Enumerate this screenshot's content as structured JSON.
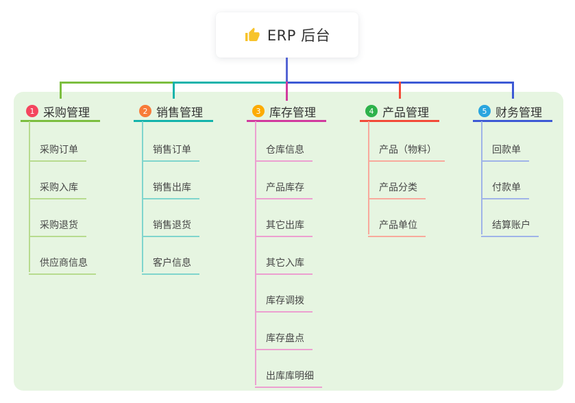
{
  "root": {
    "label": "ERP 后台",
    "icon": "thumbs-up"
  },
  "colors": {
    "panel_bg": "#e6f5e1",
    "canvas_bg": "#ffffff",
    "root_connector": "#5565d4",
    "title_text": "#333333",
    "child_text": "#464646",
    "thumb_icon": "#f7c32b"
  },
  "branches": [
    {
      "number": "1",
      "label": "采购管理",
      "badge_color": "#f4455e",
      "line_color": "#7cbe3f",
      "light_color": "#b7db8e",
      "children": [
        "采购订单",
        "采购入库",
        "采购退货",
        "供应商信息"
      ]
    },
    {
      "number": "2",
      "label": "销售管理",
      "badge_color": "#f87b39",
      "line_color": "#13b3ab",
      "light_color": "#7fd5cd",
      "children": [
        "销售订单",
        "销售出库",
        "销售退货",
        "客户信息"
      ]
    },
    {
      "number": "3",
      "label": "库存管理",
      "badge_color": "#fcab03",
      "line_color": "#d13a9e",
      "light_color": "#ec9fd0",
      "children": [
        "仓库信息",
        "产品库存",
        "其它出库",
        "其它入库",
        "库存调拨",
        "库存盘点",
        "出库库明细"
      ]
    },
    {
      "number": "4",
      "label": "产品管理",
      "badge_color": "#2db24b",
      "line_color": "#f24a38",
      "light_color": "#f8a99c",
      "children": [
        "产品（物料）",
        "产品分类",
        "产品单位"
      ]
    },
    {
      "number": "5",
      "label": "财务管理",
      "badge_color": "#29a5df",
      "line_color": "#3d59d5",
      "light_color": "#9fb3e8",
      "children": [
        "回款单",
        "付款单",
        "结算账户"
      ]
    }
  ]
}
